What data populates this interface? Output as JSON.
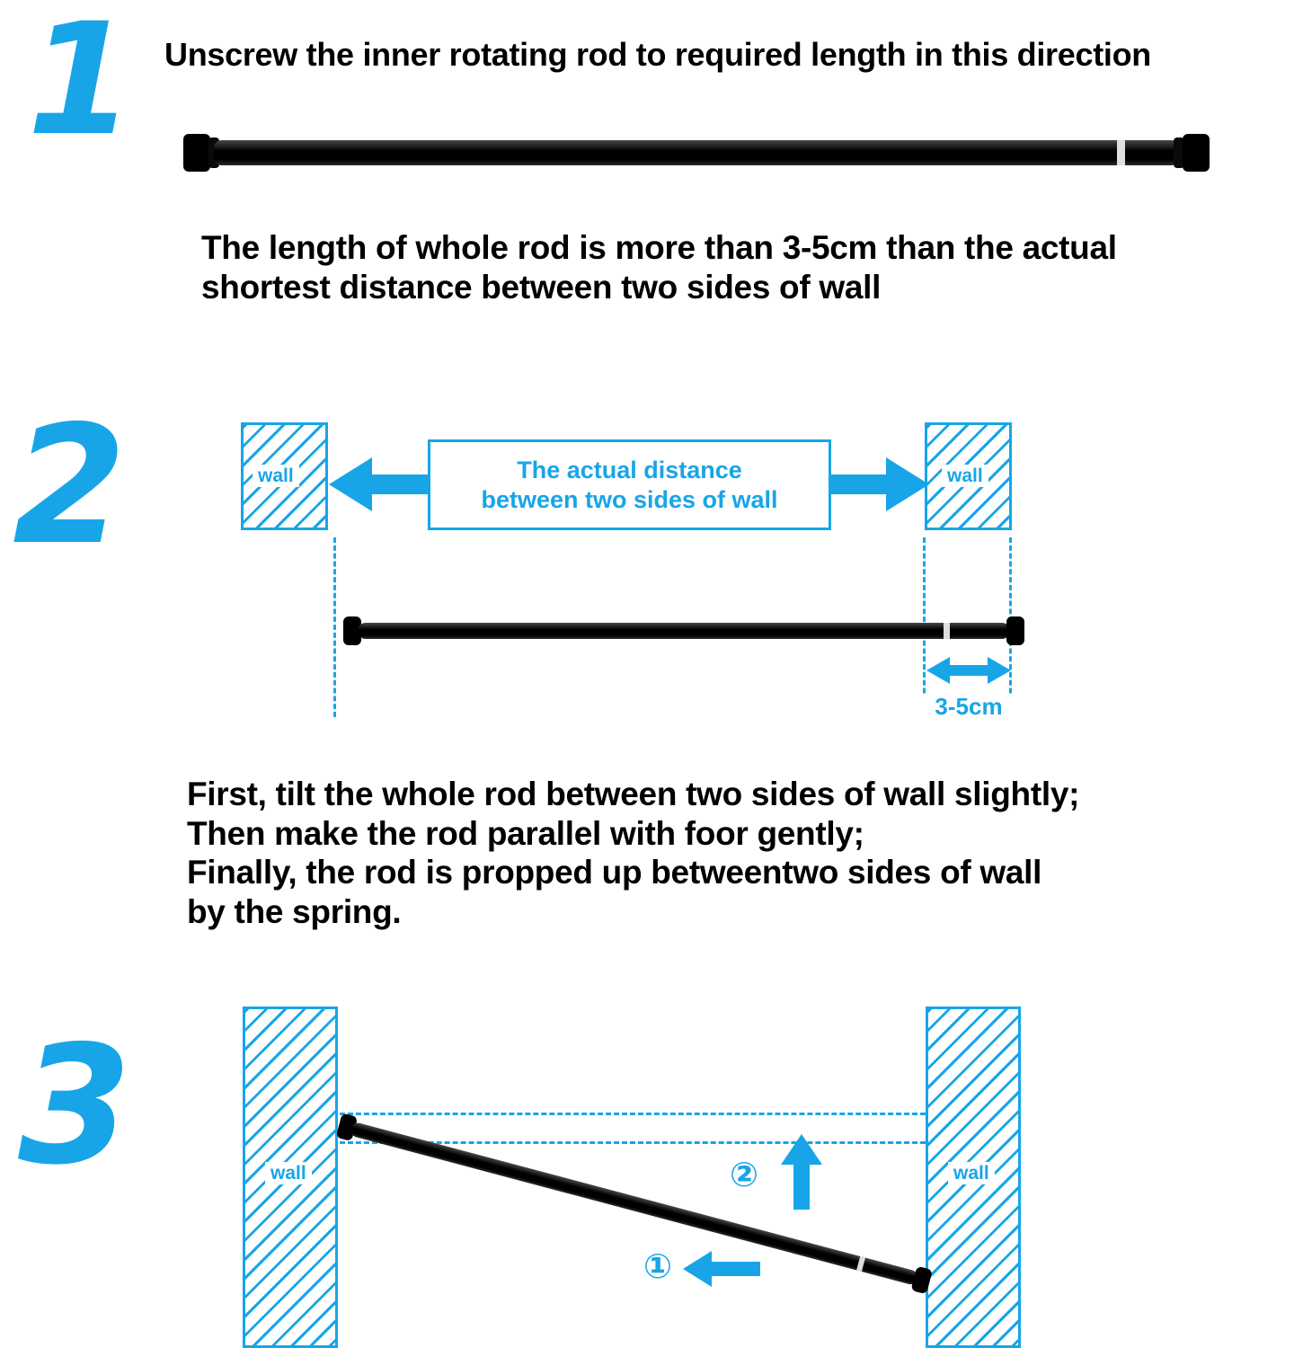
{
  "colors": {
    "blue": "#18a5e8",
    "ink": "#000000"
  },
  "steps": {
    "one": {
      "number": "1",
      "title": "Unscrew the inner rotating rod to required length in this direction",
      "note": "The length of whole rod is more than 3-5cm than the actual shortest distance between two sides of wall"
    },
    "two": {
      "number": "2",
      "wall_left": "wall",
      "wall_right": "wall",
      "distance_line1": "The actual distance",
      "distance_line2": "between two sides of wall",
      "gap_label": "3-5cm",
      "instructions": [
        "First, tilt the whole rod between two sides of wall slightly;",
        "Then make the rod parallel with foor gently;",
        "Finally, the rod is propped up betweentwo sides of wall",
        "by the spring."
      ]
    },
    "three": {
      "number": "3",
      "wall_left": "wall",
      "wall_right": "wall",
      "marker_tilt": "①",
      "marker_lift": "②"
    }
  }
}
